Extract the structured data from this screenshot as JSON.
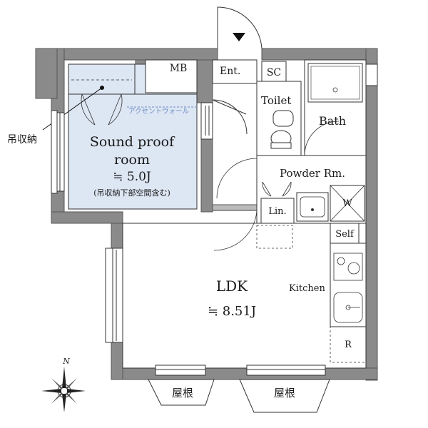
{
  "rooms": {
    "sound_proof": {
      "line1": "Sound proof",
      "line2": "room",
      "area": "≒ 5.0J",
      "note": "(吊収納下部空間含む)"
    },
    "accent_wall": "アクセントウォール",
    "hanging_storage": "吊収納",
    "mb": "MB",
    "entrance": "Ent.",
    "sc": "SC",
    "toilet": "Toilet",
    "bath": "Bath",
    "powder": "Powder Rm.",
    "washer": "W",
    "linen": "Lin.",
    "self": "Self",
    "ldk": {
      "label": "LDK",
      "area": "≒ 8.51J"
    },
    "kitchen": "Kitchen",
    "fridge": "R",
    "roof_left": "屋根",
    "roof_right": "屋根"
  },
  "compass": {
    "north": "N"
  },
  "colors": {
    "wall": "#8a8a8a",
    "sound_room_fill": "#dde6f3",
    "line": "#333333",
    "accent_text": "#6f8fc4"
  }
}
